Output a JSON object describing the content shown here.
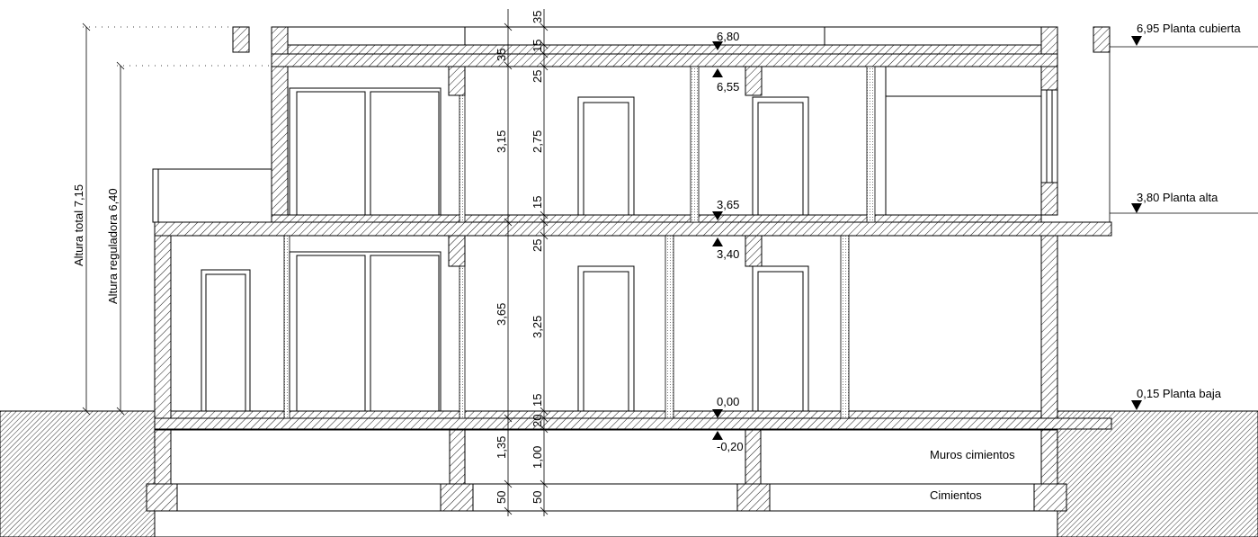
{
  "levels": {
    "roof": "6,95 Planta cubierta",
    "upper": "3,80 Planta alta",
    "ground": "0,15 Planta baja"
  },
  "heights": {
    "total": "Altura total 7,15",
    "regulatory": "Altura reguladora 6,40"
  },
  "elevations": {
    "e680": "6,80",
    "e655": "6,55",
    "e365": "3,65",
    "e340": "3,40",
    "e000": "0,00",
    "em020": "-0,20"
  },
  "dims_a": {
    "d35_top": "35",
    "d315": "3,15",
    "d365": "3,65",
    "d135": "1,35",
    "d50": "50"
  },
  "dims_b": {
    "d35": "35",
    "d15_top": "15",
    "d25_top": "25",
    "d275": "2,75",
    "d15_mid": "15",
    "d25_mid": "25",
    "d325": "3,25",
    "d15_low": "15",
    "d20": "20",
    "d100": "1,00",
    "d50": "50"
  },
  "foundations": {
    "walls": "Muros cimientos",
    "footings": "Cimientos"
  }
}
